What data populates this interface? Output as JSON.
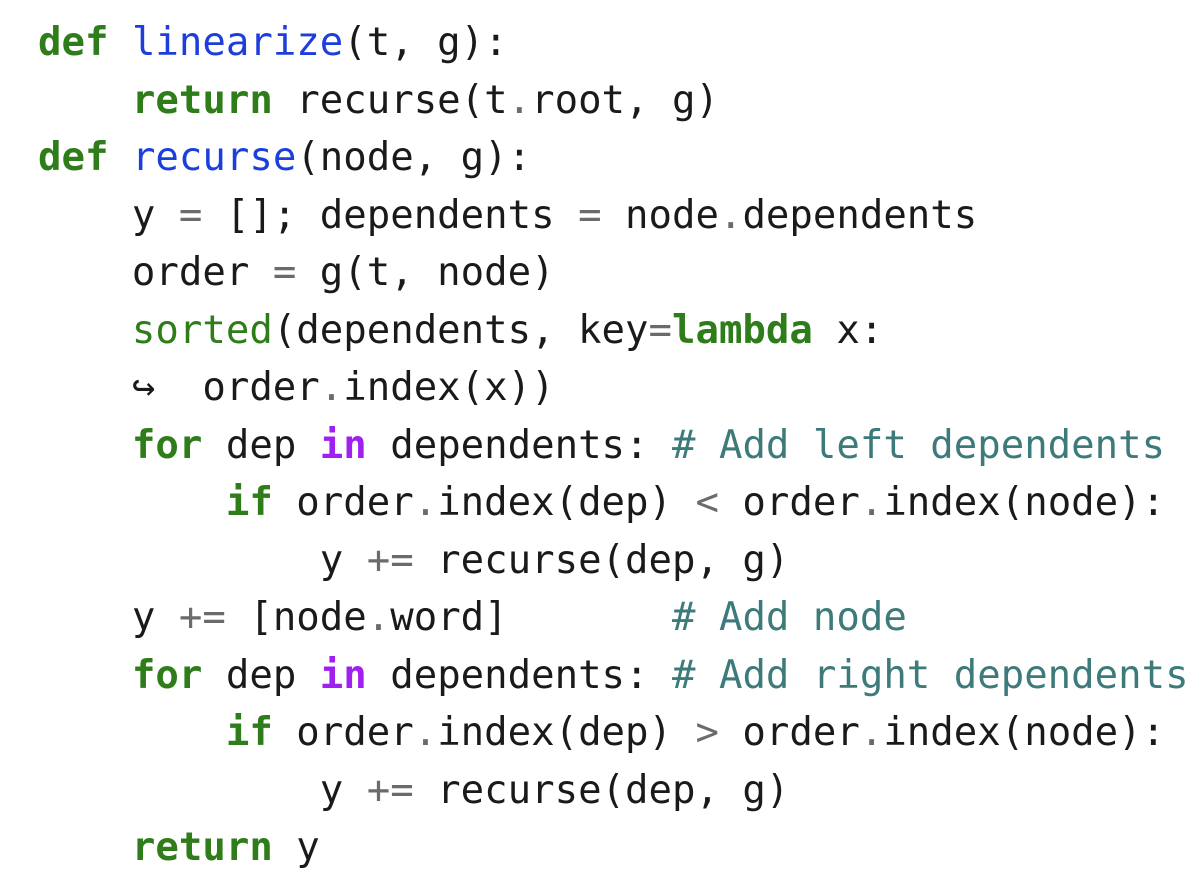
{
  "code": {
    "lines": [
      [
        {
          "t": "def",
          "c": "kw"
        },
        {
          "t": " ",
          "c": ""
        },
        {
          "t": "linearize",
          "c": "fn"
        },
        {
          "t": "(t, g):",
          "c": ""
        }
      ],
      [
        {
          "t": "    ",
          "c": ""
        },
        {
          "t": "return",
          "c": "kw"
        },
        {
          "t": " recurse(t",
          "c": ""
        },
        {
          "t": ".",
          "c": "op"
        },
        {
          "t": "root, g)",
          "c": ""
        }
      ],
      [
        {
          "t": "def",
          "c": "kw"
        },
        {
          "t": " ",
          "c": ""
        },
        {
          "t": "recurse",
          "c": "fn"
        },
        {
          "t": "(node, g):",
          "c": ""
        }
      ],
      [
        {
          "t": "    y ",
          "c": ""
        },
        {
          "t": "=",
          "c": "op"
        },
        {
          "t": " []; dependents ",
          "c": ""
        },
        {
          "t": "=",
          "c": "op"
        },
        {
          "t": " node",
          "c": ""
        },
        {
          "t": ".",
          "c": "op"
        },
        {
          "t": "dependents",
          "c": ""
        }
      ],
      [
        {
          "t": "    order ",
          "c": ""
        },
        {
          "t": "=",
          "c": "op"
        },
        {
          "t": " g(t, node)",
          "c": ""
        }
      ],
      [
        {
          "t": "    ",
          "c": ""
        },
        {
          "t": "sorted",
          "c": "bi"
        },
        {
          "t": "(dependents, key",
          "c": ""
        },
        {
          "t": "=",
          "c": "op"
        },
        {
          "t": "lambda",
          "c": "kw"
        },
        {
          "t": " x:",
          "c": ""
        }
      ],
      [
        {
          "t": "    ",
          "c": ""
        },
        {
          "t": "↪",
          "c": "sym"
        },
        {
          "t": "  order",
          "c": ""
        },
        {
          "t": ".",
          "c": "op"
        },
        {
          "t": "index(x))",
          "c": ""
        }
      ],
      [
        {
          "t": "    ",
          "c": ""
        },
        {
          "t": "for",
          "c": "kw"
        },
        {
          "t": " dep ",
          "c": ""
        },
        {
          "t": "in",
          "c": "kw2"
        },
        {
          "t": " dependents: ",
          "c": ""
        },
        {
          "t": "# Add left dependents",
          "c": "cm"
        }
      ],
      [
        {
          "t": "        ",
          "c": ""
        },
        {
          "t": "if",
          "c": "kw"
        },
        {
          "t": " order",
          "c": ""
        },
        {
          "t": ".",
          "c": "op"
        },
        {
          "t": "index(dep) ",
          "c": ""
        },
        {
          "t": "<",
          "c": "op"
        },
        {
          "t": " order",
          "c": ""
        },
        {
          "t": ".",
          "c": "op"
        },
        {
          "t": "index(node):",
          "c": ""
        }
      ],
      [
        {
          "t": "            y ",
          "c": ""
        },
        {
          "t": "+=",
          "c": "op"
        },
        {
          "t": " recurse(dep, g)",
          "c": ""
        }
      ],
      [
        {
          "t": "    y ",
          "c": ""
        },
        {
          "t": "+=",
          "c": "op"
        },
        {
          "t": " [node",
          "c": ""
        },
        {
          "t": ".",
          "c": "op"
        },
        {
          "t": "word]       ",
          "c": ""
        },
        {
          "t": "# Add node",
          "c": "cm"
        }
      ],
      [
        {
          "t": "    ",
          "c": ""
        },
        {
          "t": "for",
          "c": "kw"
        },
        {
          "t": " dep ",
          "c": ""
        },
        {
          "t": "in",
          "c": "kw2"
        },
        {
          "t": " dependents: ",
          "c": ""
        },
        {
          "t": "# Add right dependents",
          "c": "cm"
        }
      ],
      [
        {
          "t": "        ",
          "c": ""
        },
        {
          "t": "if",
          "c": "kw"
        },
        {
          "t": " order",
          "c": ""
        },
        {
          "t": ".",
          "c": "op"
        },
        {
          "t": "index(dep) ",
          "c": ""
        },
        {
          "t": ">",
          "c": "op"
        },
        {
          "t": " order",
          "c": ""
        },
        {
          "t": ".",
          "c": "op"
        },
        {
          "t": "index(node):",
          "c": ""
        }
      ],
      [
        {
          "t": "            y ",
          "c": ""
        },
        {
          "t": "+=",
          "c": "op"
        },
        {
          "t": " recurse(dep, g)",
          "c": ""
        }
      ],
      [
        {
          "t": "    ",
          "c": ""
        },
        {
          "t": "return",
          "c": "kw"
        },
        {
          "t": " y",
          "c": ""
        }
      ]
    ]
  }
}
